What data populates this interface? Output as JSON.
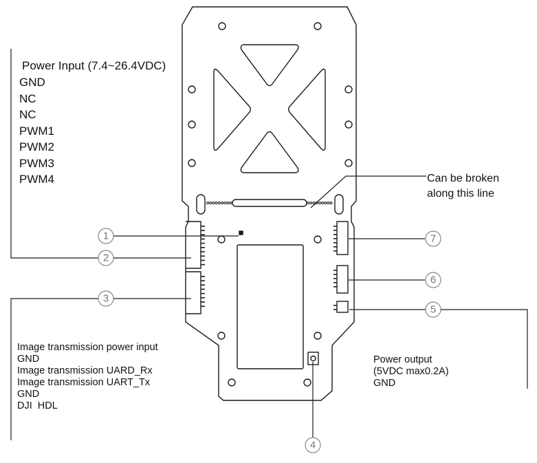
{
  "power_input_block": {
    "title": "Power Input (7.4~26.4VDC)",
    "pins": [
      "GND",
      "NC",
      "NC",
      "PWM1",
      "PWM2",
      "PWM3",
      "PWM4"
    ]
  },
  "break_note": {
    "line1": "Can be broken",
    "line2": "along this line"
  },
  "image_transmission_block": {
    "lines": [
      "Image transmission power input",
      "GND",
      "Image transmission UARD_Rx",
      "Image transmission UART_Tx",
      "GND",
      "DJI  HDL"
    ]
  },
  "power_output_block": {
    "lines": [
      "Power output",
      "(5VDC max0.2A)",
      "GND"
    ]
  },
  "callouts": [
    "1",
    "2",
    "3",
    "4",
    "5",
    "6",
    "7"
  ],
  "colors": {
    "line": "#1a1a1a",
    "callout": "#888888"
  }
}
